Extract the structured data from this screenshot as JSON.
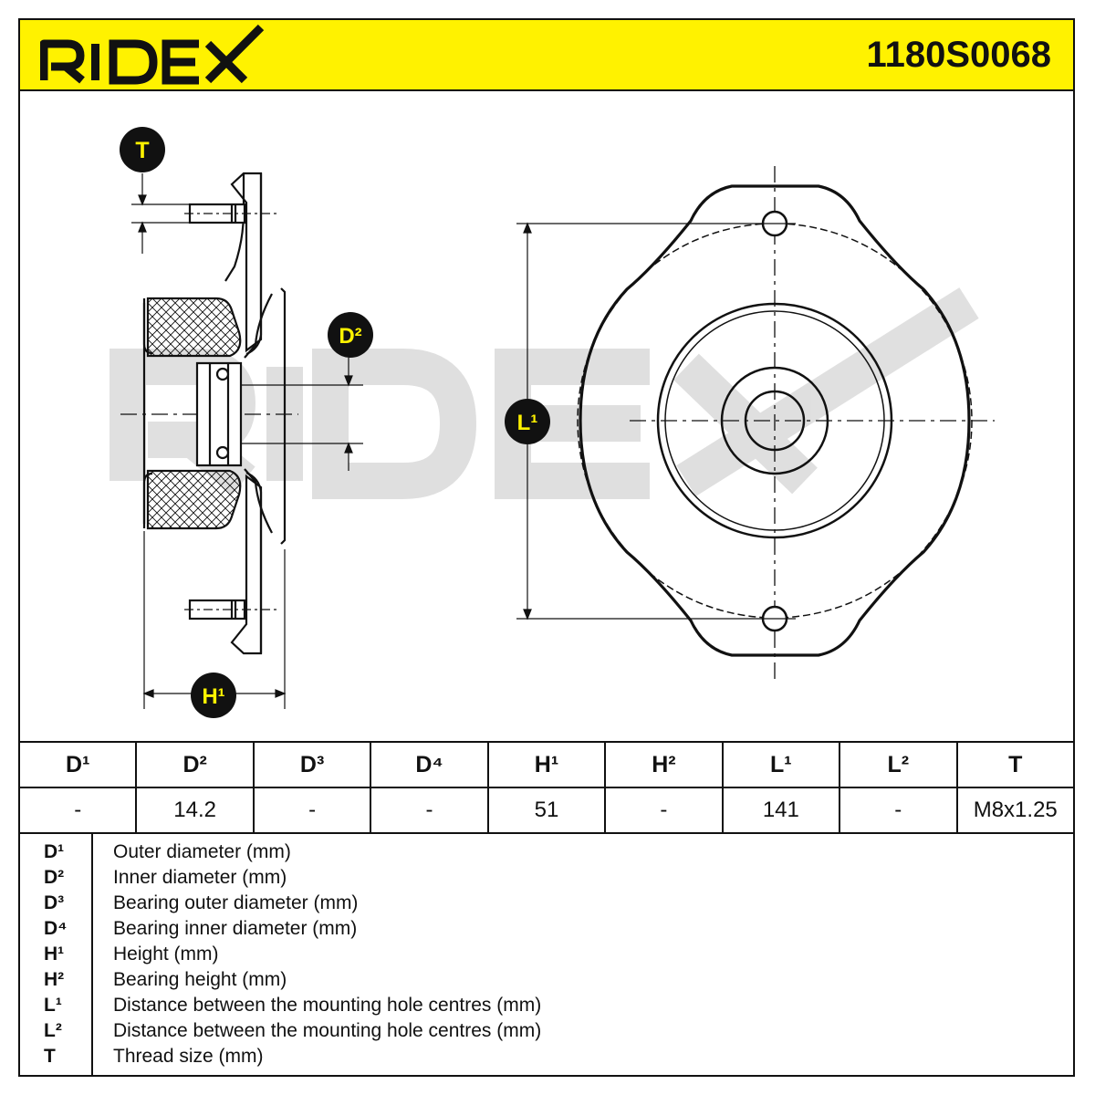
{
  "header": {
    "brand": "RIDEX",
    "part_number": "1180S0068",
    "background_color": "#fff200"
  },
  "drawing": {
    "watermark": "RIDEX",
    "labels": {
      "T": "T",
      "D2": "D²",
      "L1": "L¹",
      "H1": "H¹"
    }
  },
  "spec_table": {
    "headers": [
      "D¹",
      "D²",
      "D³",
      "D⁴",
      "H¹",
      "H²",
      "L¹",
      "L²",
      "T"
    ],
    "values": [
      "-",
      "14.2",
      "-",
      "-",
      "51",
      "-",
      "141",
      "-",
      "M8x1.25"
    ]
  },
  "legend": [
    {
      "symbol": "D¹",
      "text": "Outer diameter (mm)"
    },
    {
      "symbol": "D²",
      "text": "Inner diameter (mm)"
    },
    {
      "symbol": "D³",
      "text": "Bearing outer diameter (mm)"
    },
    {
      "symbol": "D⁴",
      "text": "Bearing inner diameter (mm)"
    },
    {
      "symbol": "H¹",
      "text": "Height (mm)"
    },
    {
      "symbol": "H²",
      "text": "Bearing height (mm)"
    },
    {
      "symbol": "L¹",
      "text": "Distance between the mounting hole centres (mm)"
    },
    {
      "symbol": "L²",
      "text": "Distance between the mounting hole centres (mm)"
    },
    {
      "symbol": "T",
      "text": "Thread size (mm)"
    }
  ]
}
